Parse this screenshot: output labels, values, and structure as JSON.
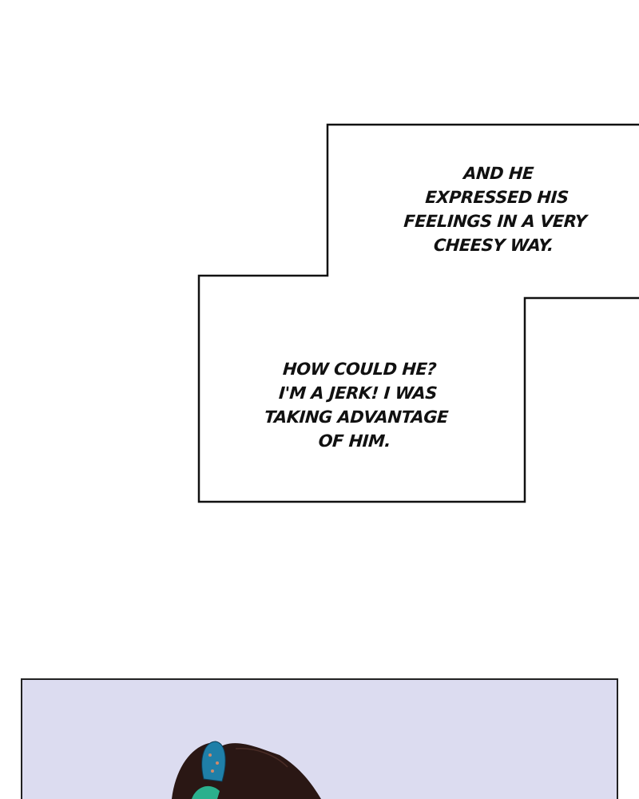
{
  "narration_top": {
    "lines": [
      "AND HE",
      "EXPRESSED HIS",
      "FEELINGS IN A VERY",
      "CHEESY WAY."
    ]
  },
  "narration_bottom": {
    "lines": [
      "HOW COULD HE?",
      "I'M A JERK! I WAS",
      "TAKING ADVANTAGE",
      "OF HIM."
    ]
  },
  "colors": {
    "panel_background": "#dcdcf0",
    "hair": "#2a1714",
    "hair_clip": "#1f7fa8"
  }
}
